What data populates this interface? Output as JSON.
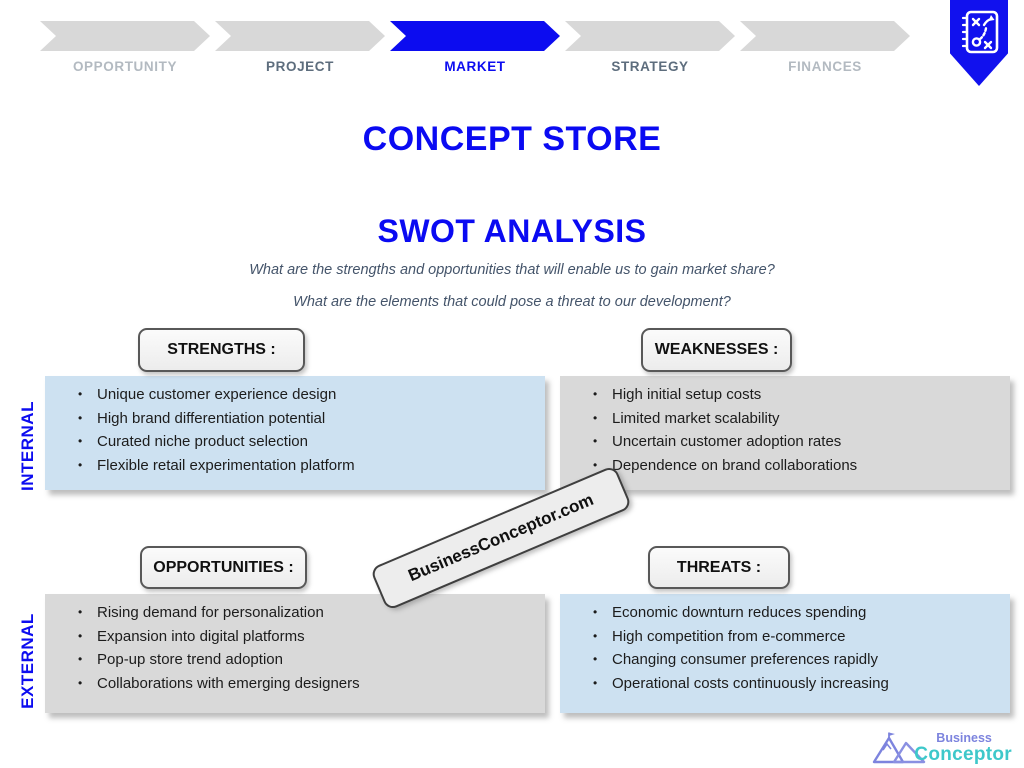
{
  "process_bar": {
    "steps": [
      {
        "label": "OPPORTUNITY",
        "state": "upcoming"
      },
      {
        "label": "PROJECT",
        "state": "inactive"
      },
      {
        "label": "MARKET",
        "state": "active"
      },
      {
        "label": "STRATEGY",
        "state": "inactive"
      },
      {
        "label": "FINANCES",
        "state": "upcoming"
      }
    ]
  },
  "badge": {
    "icon": "strategy-plan-icon",
    "color": "#1111ee"
  },
  "header": {
    "title": "CONCEPT STORE",
    "subtitle": "SWOT ANALYSIS",
    "questions": [
      "What are the strengths and opportunities that will enable us to gain market share?",
      "What are the elements that could pose a threat to our development?"
    ]
  },
  "row_labels": {
    "internal": "INTERNAL",
    "external": "EXTERNAL"
  },
  "quadrants": [
    {
      "header": "STRENGTHS :",
      "variant": "blue",
      "items": [
        "Unique customer experience design",
        "High brand differentiation potential",
        "Curated niche product selection",
        "Flexible retail experimentation platform"
      ]
    },
    {
      "header": "WEAKNESSES :",
      "variant": "gray",
      "items": [
        "High initial setup costs",
        "Limited market scalability",
        "Uncertain customer adoption rates",
        "Dependence on brand collaborations"
      ]
    },
    {
      "header": "OPPORTUNITIES :",
      "variant": "gray",
      "items": [
        "Rising demand for personalization",
        "Expansion into digital platforms",
        "Pop-up store trend adoption",
        "Collaborations with emerging designers"
      ]
    },
    {
      "header": "THREATS :",
      "variant": "blue",
      "items": [
        "Economic downturn reduces spending",
        "High competition from e-commerce",
        "Changing consumer preferences rapidly",
        "Operational costs continuously increasing"
      ]
    }
  ],
  "watermark": {
    "text": "BusinessConceptor.com"
  },
  "logo": {
    "icon": "mountains-icon",
    "line1": "Business",
    "line2": "Conceptor"
  },
  "colors": {
    "accent_blue": "#0c0cf0",
    "badge_blue": "#1111ee",
    "chevron_gray": "#d8d8d8",
    "slate_text": "#44546a",
    "light_step_label": "#b3bac1",
    "box_blue": "#cde1f1",
    "box_gray": "#d9d9d9",
    "logo_periwinkle": "#7d84de",
    "logo_teal": "#3ec8ca"
  }
}
